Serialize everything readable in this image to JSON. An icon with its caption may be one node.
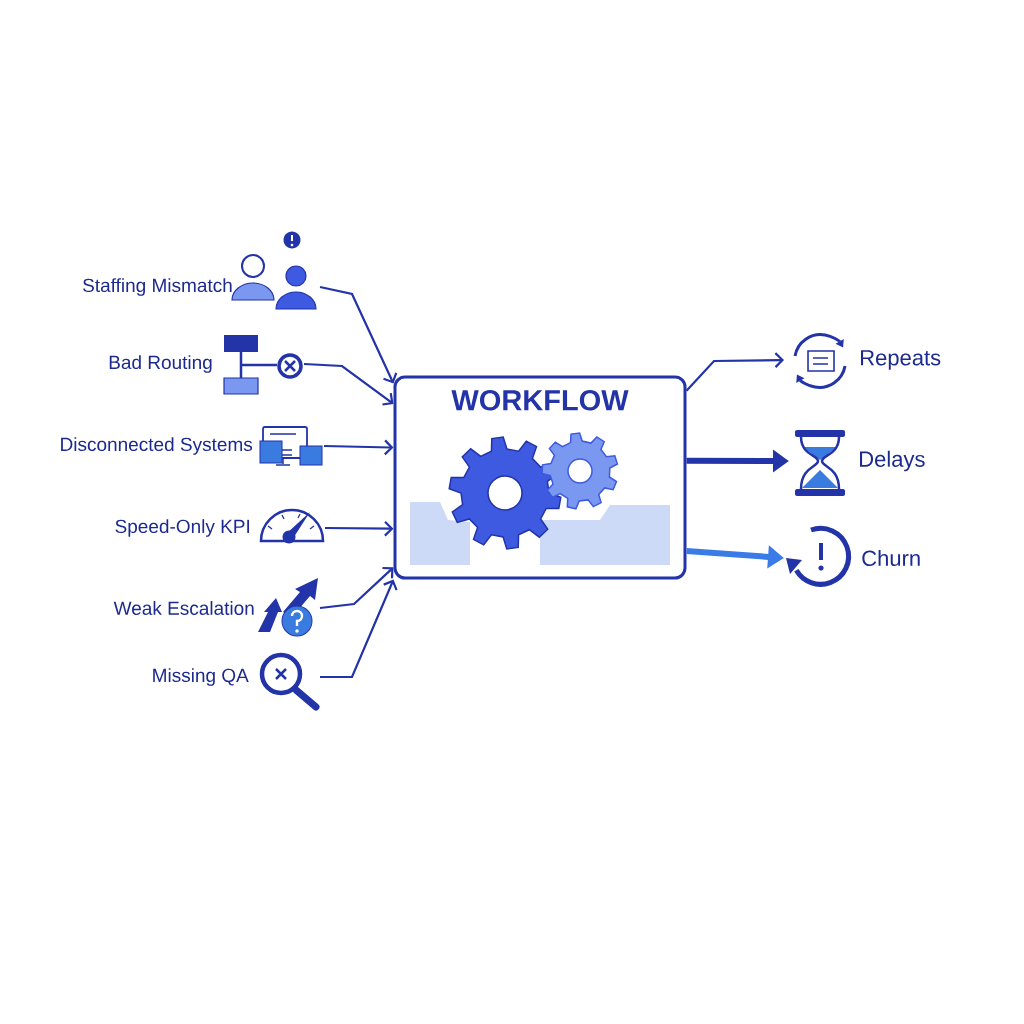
{
  "diagram": {
    "nodes": [
      {
        "text": [
          "Staffing Mismatch"
        ]
      },
      {
        "text": [
          "Bad Routing"
        ]
      },
      {
        "text": [
          "Disconnected Systems"
        ]
      },
      {
        "text": [
          "Speed-Only KPI"
        ]
      },
      {
        "text": [
          "Weak Escalation"
        ]
      },
      {
        "text": [
          "Missing QA"
        ]
      },
      {
        "text": [
          "WORKFLOW"
        ]
      },
      {
        "text": [
          "Repeats"
        ]
      },
      {
        "text": [
          "Delays"
        ]
      },
      {
        "text": [
          "Churn"
        ]
      }
    ],
    "edges": [
      {
        "from": 0,
        "to": 6,
        "arrow": "to"
      },
      {
        "from": 1,
        "to": 6,
        "arrow": "to"
      },
      {
        "from": 2,
        "to": 6,
        "arrow": "to"
      },
      {
        "from": 3,
        "to": 6,
        "arrow": "to"
      },
      {
        "from": 4,
        "to": 6,
        "arrow": "to"
      },
      {
        "from": 5,
        "to": 6,
        "arrow": "to"
      },
      {
        "from": 6,
        "to": 7,
        "arrow": "to"
      },
      {
        "from": 6,
        "to": 8,
        "arrow": "to",
        "style": "thick"
      },
      {
        "from": 6,
        "to": 9,
        "arrow": "to",
        "style": "thick",
        "color": "#3b7be8"
      }
    ]
  }
}
